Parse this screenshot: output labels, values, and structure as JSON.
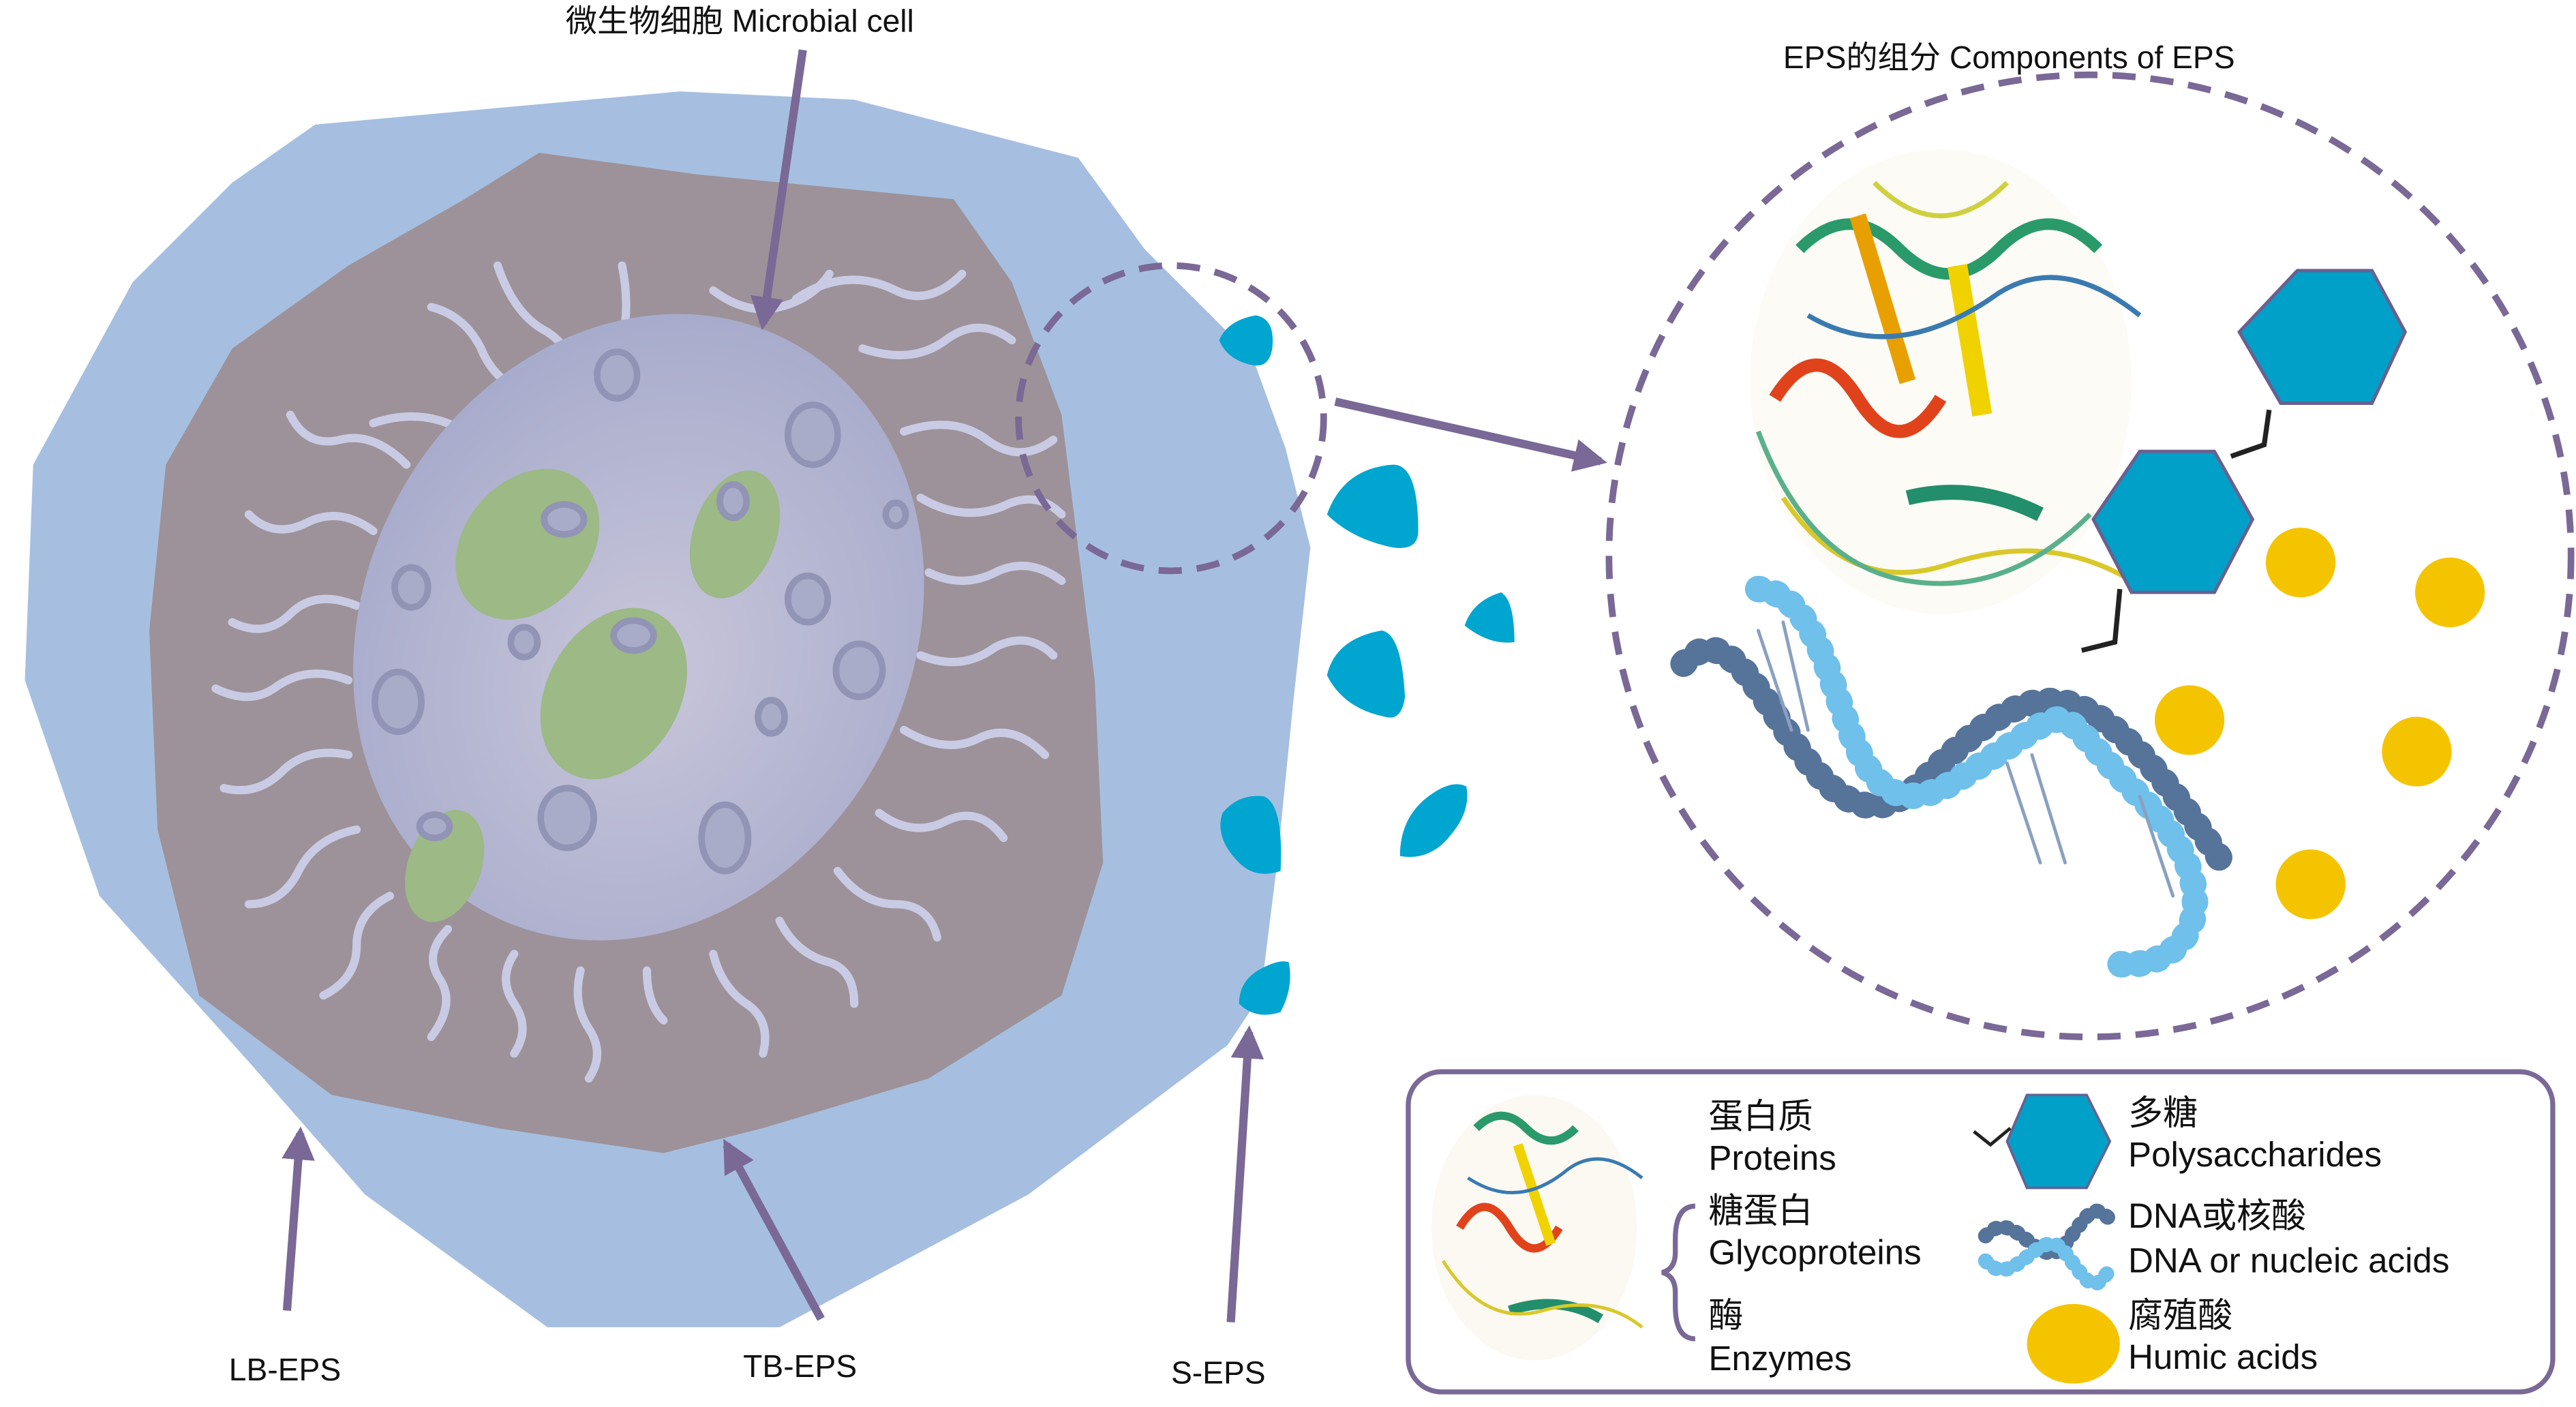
{
  "titles": {
    "microbial_cell": "微生物细胞 Microbial cell",
    "components": "EPS的组分 Components of EPS"
  },
  "labels": {
    "lb_eps": "LB-EPS",
    "tb_eps": "TB-EPS",
    "s_eps": "S-EPS"
  },
  "legend": {
    "proteins_cn": "蛋白质",
    "proteins_en": "Proteins",
    "glycoproteins_cn": "糖蛋白",
    "glycoproteins_en": "Glycoproteins",
    "enzymes_cn": "酶",
    "enzymes_en": "Enzymes",
    "polysaccharides_cn": "多糖",
    "polysaccharides_en": "Polysaccharides",
    "dna_cn": "DNA或核酸",
    "dna_en": "DNA or nucleic acids",
    "humic_cn": "腐殖酸",
    "humic_en": "Humic acids"
  },
  "colors": {
    "lb_eps": "#a6bfe0",
    "tb_eps": "#9d9299",
    "cell": "#b4b6d4",
    "organelle": "#9cb986",
    "arrow": "#7a6896",
    "droplet": "#00a5d0",
    "polysaccharide": "#00a0c8",
    "humic": "#f5c400",
    "dna_dark": "#56739a",
    "dna_light": "#6fc0ea"
  }
}
